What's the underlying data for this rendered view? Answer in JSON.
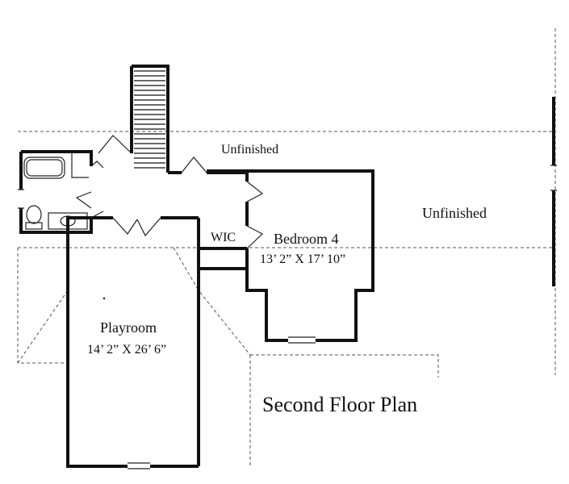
{
  "labels": {
    "unfinished_top": "Unfinished",
    "unfinished_right": "Unfinished",
    "wic": "WIC",
    "bedroom_name": "Bedroom 4",
    "bedroom_size": "13’ 2” X 17’ 10”",
    "playroom_name": "Playroom",
    "playroom_size": "14’ 2” X 26’ 6”",
    "plan_title": "Second Floor Plan"
  }
}
